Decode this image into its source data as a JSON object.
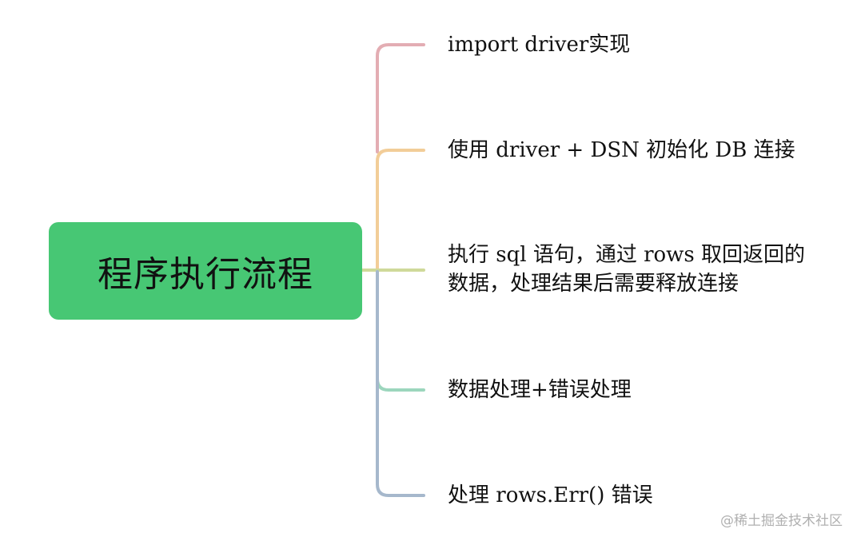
{
  "root": {
    "label": "程序执行流程",
    "fill_color": "#47c774"
  },
  "branches": [
    {
      "lines": [
        "import driver实现"
      ],
      "color": "#e3adb3"
    },
    {
      "lines": [
        "使用 driver  + DSN 初始化 DB 连接"
      ],
      "color": "#f2cd98"
    },
    {
      "lines": [
        "执行 sql 语句，通过 rows 取回返回的",
        "数据，处理结果后需要释放连接"
      ],
      "color": "#cfd99a"
    },
    {
      "lines": [
        "数据处理+错误处理"
      ],
      "color": "#9cd6bd"
    },
    {
      "lines": [
        "处理 rows.Err() 错误"
      ],
      "color": "#a6b8cc"
    }
  ],
  "watermark": "@稀土掘金技术社区"
}
